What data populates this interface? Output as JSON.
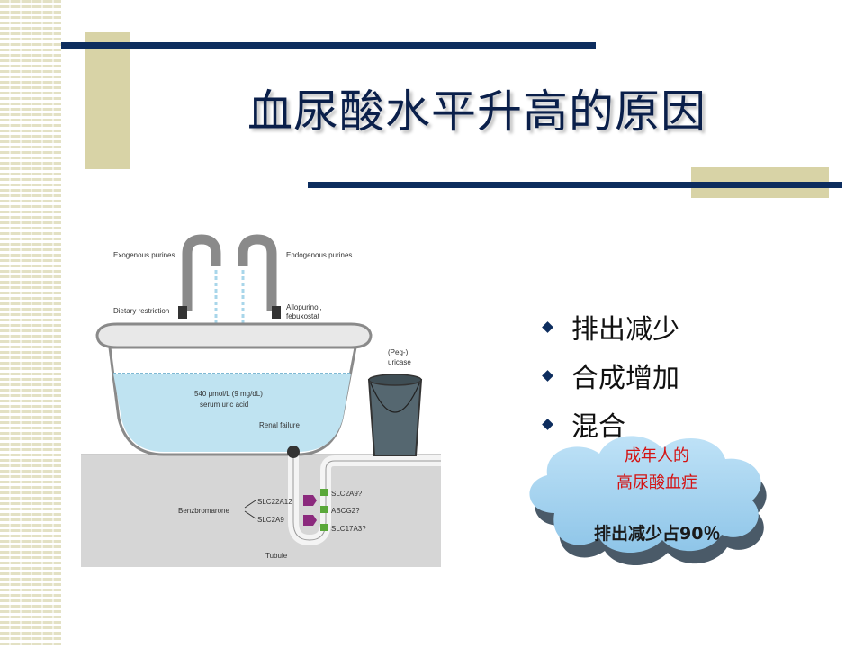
{
  "title": "血尿酸水平升高的原因",
  "figure": {
    "exogenous": "Exogenous purines",
    "endogenous": "Endogenous purines",
    "dietary": "Dietary restriction",
    "allopurinol": "Allopurinol,",
    "febuxostat": "febuxostat",
    "peg": "(Peg-)",
    "uricase": "uricase",
    "level": "540 μmol/L (9 mg/dL)",
    "serum": "serum uric acid",
    "renal": "Renal failure",
    "benz": "Benzbromarone",
    "slc22a12": "SLC22A12",
    "slc2a9": "SLC2A9",
    "slc2a9q": "SLC2A9?",
    "abcg2": "ABCG2?",
    "slc17a3": "SLC17A3?",
    "tubule": "Tubule"
  },
  "bullets": [
    "排出减少",
    "合成增加",
    "混合"
  ],
  "cloud": {
    "line1": "成年人的",
    "line2": "高尿酸血症",
    "note": "排出减少占90％"
  },
  "colors": {
    "navy": "#0d2d5e",
    "tan": "#d8d3a6",
    "cloud": "#a8d4ef",
    "red": "#d41212"
  }
}
